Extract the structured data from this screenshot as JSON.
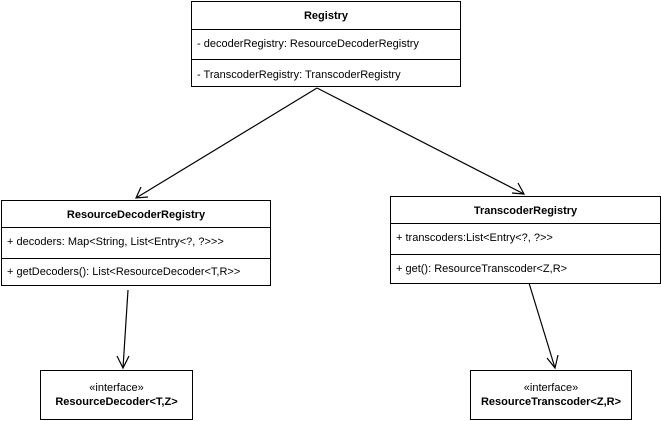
{
  "registry": {
    "name": "Registry",
    "fields": [
      "-  decoderRegistry: ResourceDecoderRegistry"
    ],
    "methods": [
      "-  TranscoderRegistry: TranscoderRegistry"
    ]
  },
  "resource_decoder_registry": {
    "name": "ResourceDecoderRegistry",
    "fields": [
      "+ decoders: Map<String, List<Entry<?, ?>>>"
    ],
    "methods": [
      "+ getDecoders(): List<ResourceDecoder<T,R>>"
    ]
  },
  "transcoder_registry": {
    "name": "TranscoderRegistry",
    "fields": [
      "+ transcoders:List<Entry<?, ?>>"
    ],
    "methods": [
      "+ get(): ResourceTranscoder<Z,R>"
    ]
  },
  "resource_decoder": {
    "stereotype": "«interface»",
    "name": "ResourceDecoder<T,Z>"
  },
  "resource_transcoder": {
    "stereotype": "«interface»",
    "name": "ResourceTranscoder<Z,R>"
  },
  "colors": {
    "line": "#000000",
    "fill": "#ffffff"
  }
}
